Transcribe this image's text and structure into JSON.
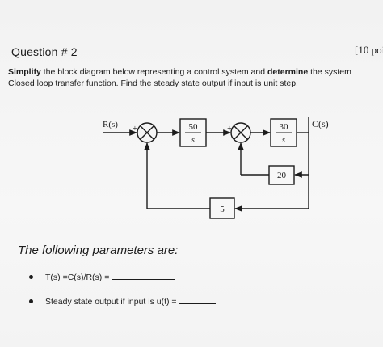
{
  "question": {
    "title": "Question # 2",
    "points_fragment": "[10 poi"
  },
  "instructions": {
    "bold_simplify": "Simplify",
    "text_1": " the block diagram below representing a control system and ",
    "bold_determine": "determine",
    "text_2": " the system",
    "line_2": "Closed loop transfer function. Find the steady state output if input is unit step."
  },
  "diagram": {
    "input_label": "R(s)",
    "output_label": "C(s)",
    "block_1": {
      "numerator": "50",
      "denominator": "s"
    },
    "block_2": {
      "numerator": "30",
      "denominator": "s"
    },
    "block_feedback_inner": "20",
    "block_feedback_outer": "5",
    "sign_plus": "+",
    "sign_minus": "−"
  },
  "parameters": {
    "heading": "The following parameters are:",
    "items": [
      {
        "label": "T(s) =C(s)/R(s) = "
      },
      {
        "label": "Steady state output if input is u(t) = "
      }
    ]
  }
}
